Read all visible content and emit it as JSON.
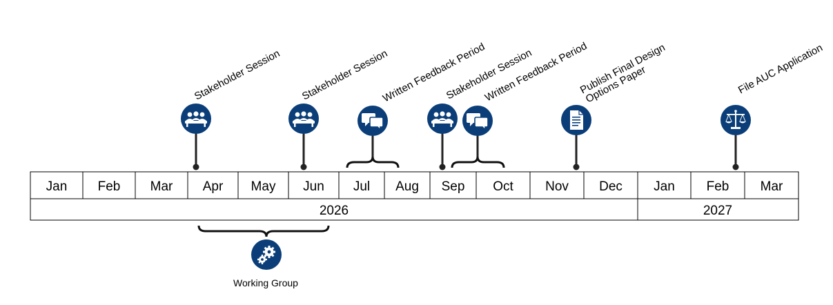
{
  "timeline": {
    "months": [
      "Jan",
      "Feb",
      "Mar",
      "Apr",
      "May",
      "Jun",
      "Jul",
      "Aug",
      "Sep",
      "Oct",
      "Nov",
      "Dec",
      "Jan",
      "Feb",
      "Mar"
    ],
    "years": [
      "2026",
      "2027"
    ]
  },
  "milestones": [
    {
      "label": "Stakeholder Session",
      "icon": "people-group-icon"
    },
    {
      "label": "Stakeholder Session",
      "icon": "people-group-icon"
    },
    {
      "label": "Written Feedback Period",
      "icon": "speech-bubbles-icon"
    },
    {
      "label": "Stakeholder Session",
      "icon": "people-group-icon"
    },
    {
      "label": "Written Feedback Period",
      "icon": "speech-bubbles-icon"
    },
    {
      "label_line1": "Publish Final Design",
      "label_line2": "Options Paper",
      "icon": "document-icon"
    },
    {
      "label": "File AUC Application",
      "icon": "scales-icon"
    }
  ],
  "working_group": {
    "label": "Working Group",
    "icon": "gears-icon"
  },
  "colors": {
    "icon_fill": "#0b3e78",
    "line": "#222222",
    "border": "#000000"
  }
}
